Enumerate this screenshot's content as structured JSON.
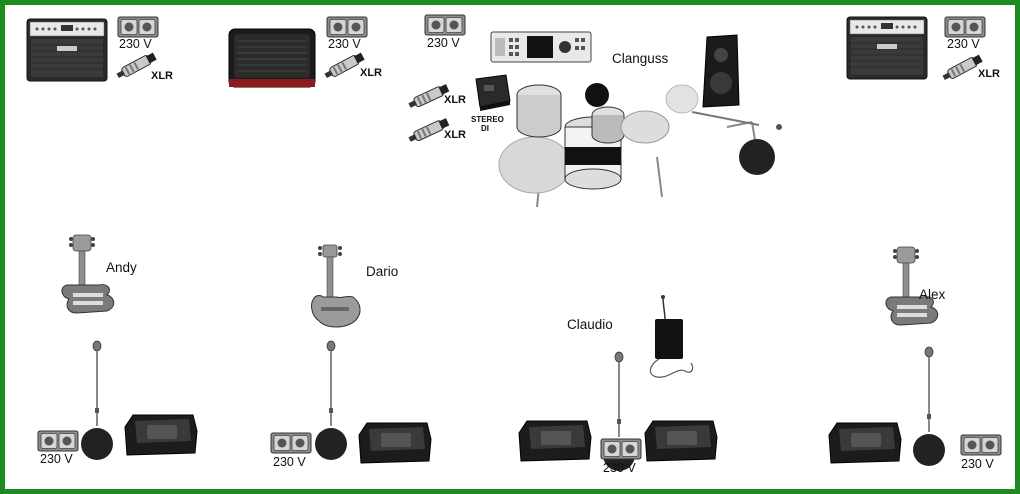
{
  "power_label": "230 V",
  "xlr_label": "XLR",
  "stereo_di": {
    "line1": "STEREO",
    "line2": "DI"
  },
  "musicians": {
    "andy": "Andy",
    "dario": "Dario",
    "claudio": "Claudio",
    "alex": "Alex",
    "clanguss": "Clanguss"
  },
  "colors": {
    "frame": "#1f8a1f"
  },
  "icons": [
    "amp-head-icon",
    "power-outlet-icon",
    "xlr-connector-icon",
    "bass-cabinet-icon",
    "drum-kit-icon",
    "di-box-icon",
    "drum-module-icon",
    "pa-speaker-icon",
    "guitar-icon",
    "bass-guitar-icon",
    "mic-stand-icon",
    "monitor-wedge-icon",
    "wireless-mic-pack-icon"
  ]
}
